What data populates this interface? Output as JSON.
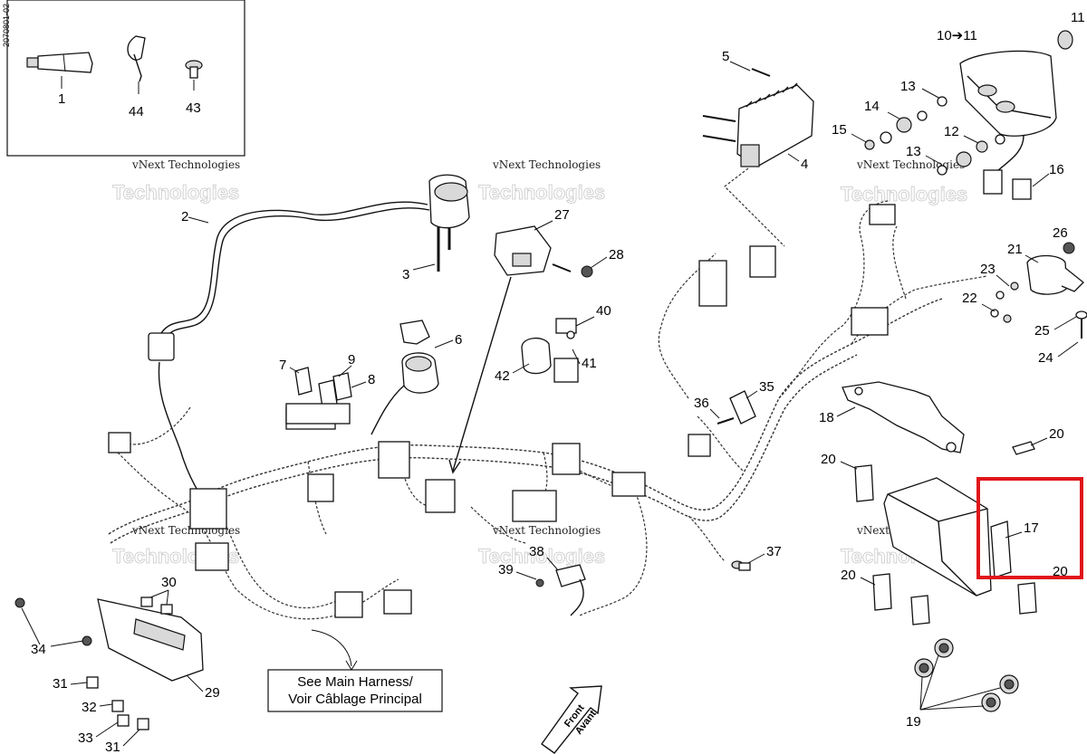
{
  "doc_code": "2070801-02",
  "watermark": {
    "line1": "vNext Technologies",
    "line2": "Technologies"
  },
  "callouts": {
    "c1": "1",
    "c2": "2",
    "c3": "3",
    "c4": "4",
    "c5": "5",
    "c6": "6",
    "c7": "7",
    "c8": "8",
    "c9": "9",
    "c10_11": "10➔11",
    "c11": "11",
    "c12": "12",
    "c13a": "13",
    "c13b": "13",
    "c14": "14",
    "c15": "15",
    "c16": "16",
    "c17": "17",
    "c18": "18",
    "c19": "19",
    "c20a": "20",
    "c20b": "20",
    "c20c": "20",
    "c20d": "20",
    "c21": "21",
    "c22": "22",
    "c23": "23",
    "c24": "24",
    "c25": "25",
    "c26": "26",
    "c27": "27",
    "c28": "28",
    "c29": "29",
    "c30": "30",
    "c31a": "31",
    "c31b": "31",
    "c32": "32",
    "c33": "33",
    "c34": "34",
    "c35": "35",
    "c36": "36",
    "c37": "37",
    "c38": "38",
    "c39": "39",
    "c40": "40",
    "c41": "41",
    "c42": "42",
    "c43": "43",
    "c44": "44"
  },
  "note": {
    "line1": "See Main Harness/",
    "line2": "Voir Câblage Principal"
  },
  "direction": {
    "line1": "Front",
    "line2": "Avant"
  },
  "highlight": {
    "color": "#e0161b",
    "target": "17"
  }
}
